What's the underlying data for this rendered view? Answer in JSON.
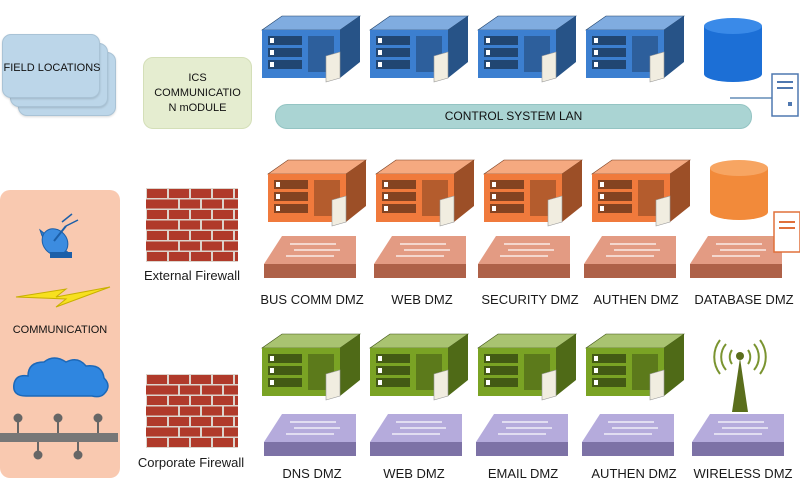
{
  "field_locations": {
    "label": "FIELD LOCATIONS"
  },
  "ics_module": {
    "lines": [
      "ICS",
      "COMMUNICATIO",
      "N mODULE"
    ]
  },
  "control_lan": {
    "label": "CONTROL SYSTEM LAN"
  },
  "communication": {
    "label": "COMMUNICATION"
  },
  "firewalls": {
    "external": "External Firewall",
    "corporate": "Corporate Firewall"
  },
  "dmz_row1": [
    "BUS COMM DMZ",
    "WEB DMZ",
    "SECURITY DMZ",
    "AUTHEN DMZ",
    "DATABASE DMZ"
  ],
  "dmz_row2": [
    "DNS DMZ",
    "WEB DMZ",
    "EMAIL DMZ",
    "AUTHEN DMZ",
    "WIRELESS DMZ"
  ],
  "colors": {
    "blue_server": "#3c7fd0",
    "orange_server": "#f07a3c",
    "green_server": "#7aa324",
    "switch_orange": "#d9795a",
    "switch_purple": "#9c8fd0",
    "lan_bar": "#aad4d3",
    "firewall_brick": "#b03a2a",
    "comm_panel": "#f9c9b0",
    "database_blue": "#1c6fd6",
    "database_orange": "#f28a3a"
  },
  "icons": [
    "server-icon",
    "switch-icon",
    "firewall-icon",
    "database-icon",
    "satellite-icon",
    "lightning-icon",
    "cloud-icon",
    "bus-network-icon",
    "wireless-tower-icon",
    "pc-tower-icon"
  ]
}
